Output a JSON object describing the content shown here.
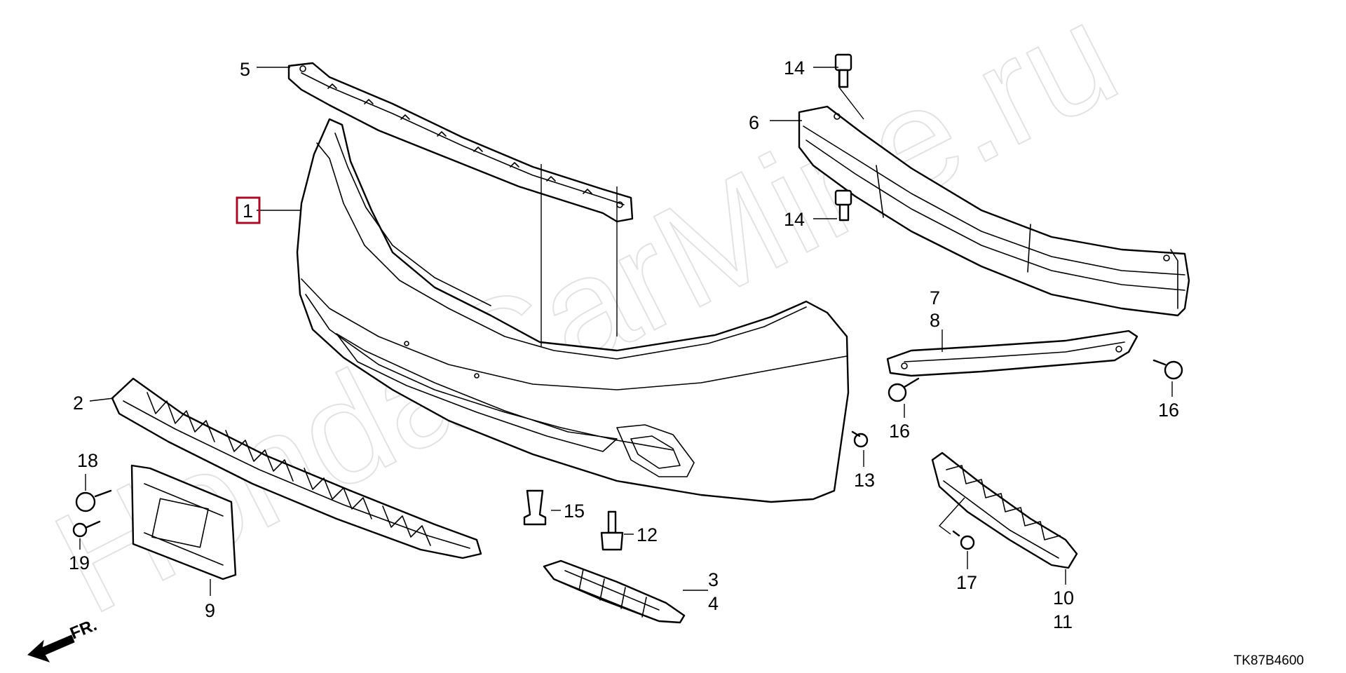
{
  "watermark": "HondaCarMine.ru",
  "diagram_code": "TK87B4600",
  "direction_label": "FR.",
  "highlight_color": "#a0102a",
  "callouts": {
    "c1": "1",
    "c2": "2",
    "c3": "3",
    "c4": "4",
    "c5": "5",
    "c6": "6",
    "c7": "7",
    "c8": "8",
    "c9": "9",
    "c10": "10",
    "c11": "11",
    "c12": "12",
    "c13": "13",
    "c14a": "14",
    "c14b": "14",
    "c15": "15",
    "c16a": "16",
    "c16b": "16",
    "c17": "17",
    "c18": "18",
    "c19": "19"
  }
}
